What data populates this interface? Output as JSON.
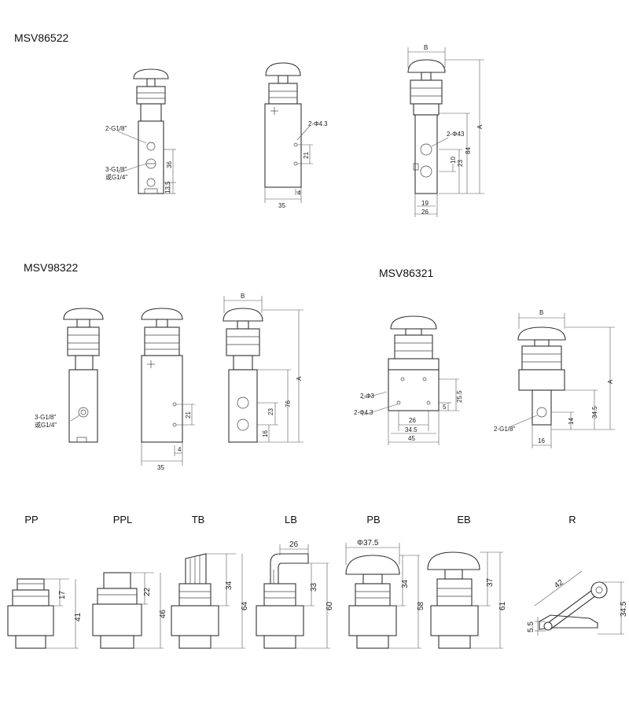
{
  "models": {
    "msv86522": "MSV86522",
    "msv98322": "MSV98322",
    "msv86321": "MSV86321"
  },
  "variants": {
    "pp": "PP",
    "ppl": "PPL",
    "tb": "TB",
    "lb": "LB",
    "pb": "PB",
    "eb": "EB",
    "r": "R"
  },
  "msv86522": {
    "port_side": "2-G1/8\"",
    "port_front_a": "3-G1/8\"",
    "port_front_b": "或G1/4\"",
    "d36": "36",
    "d135": "13.5",
    "hole": "2-Φ4.3",
    "d21": "21",
    "d4": "4",
    "d35": "35",
    "B": "B",
    "A": "A",
    "port_side2": "2-Φ43",
    "d84": "84",
    "d23": "23",
    "d10": "10",
    "d19": "19",
    "d26": "26"
  },
  "msv98322": {
    "port_a": "3-G1/8\"",
    "port_b": "或G1/4\"",
    "d21": "21",
    "d4": "4",
    "d35": "35",
    "B": "B",
    "A": "A",
    "d76": "76",
    "d23": "23",
    "d16": "16"
  },
  "msv86321": {
    "hole3": "2-Φ3",
    "hole43": "2-Φ4.3",
    "d255": "25.5",
    "d5": "5",
    "d26": "26",
    "d345w": "34.5",
    "d45": "45",
    "B": "B",
    "A": "A",
    "d345": "34.5",
    "d14": "14",
    "d16": "16",
    "port": "2-G1/8\""
  },
  "heads": {
    "pp": {
      "d1": "17",
      "d2": "41"
    },
    "ppl": {
      "d1": "22",
      "d2": "46"
    },
    "tb": {
      "d1": "34",
      "d2": "64"
    },
    "lb": {
      "top": "26",
      "d1": "33",
      "d2": "60"
    },
    "pb": {
      "top": "Φ37.5",
      "d1": "34",
      "d2": "58"
    },
    "eb": {
      "d1": "37",
      "d2": "61"
    },
    "r": {
      "d1": "42",
      "d2": "34.5",
      "d3": "5.5"
    }
  }
}
